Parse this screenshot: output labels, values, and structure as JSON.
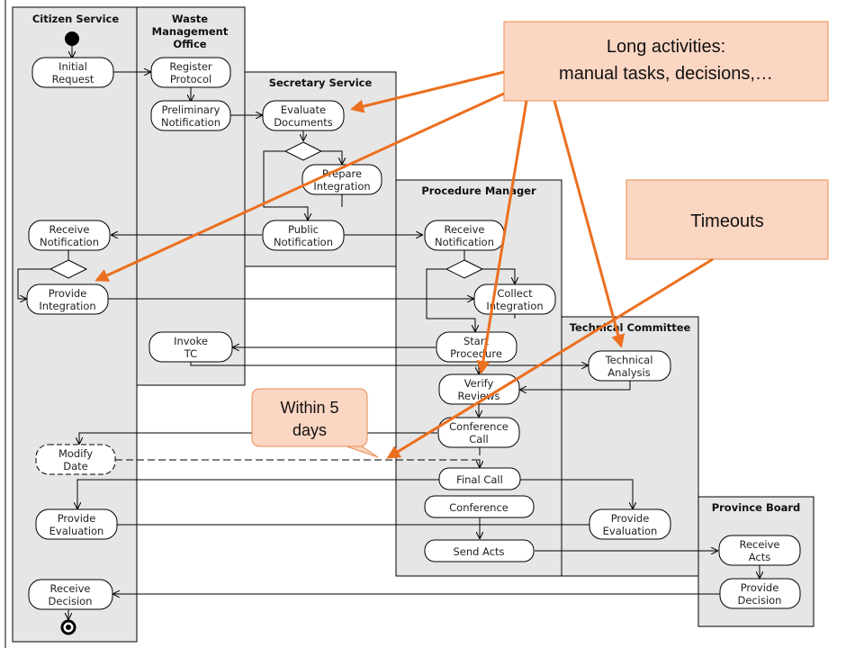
{
  "lanes": {
    "citizen": "Citizen Service",
    "waste": [
      "Waste",
      "Management",
      "Office"
    ],
    "secretary": "Secretary Service",
    "procedure": "Procedure Manager",
    "technical": "Technical Committee",
    "province": "Province Board"
  },
  "nodes": {
    "initial_request": [
      "Initial",
      "Request"
    ],
    "register_protocol": [
      "Register",
      "Protocol"
    ],
    "preliminary_notification": [
      "Preliminary",
      "Notification"
    ],
    "evaluate_documents": [
      "Evaluate",
      "Documents"
    ],
    "prepare_integration": [
      "Prepare",
      "Integration"
    ],
    "public_notification": [
      "Public",
      "Notification"
    ],
    "receive_notification_citizen": [
      "Receive",
      "Notification"
    ],
    "receive_notification_pm": [
      "Receive",
      "Notification"
    ],
    "provide_integration": [
      "Provide",
      "Integration"
    ],
    "collect_integration": [
      "Collect",
      "Integration"
    ],
    "invoke_tc": [
      "Invoke",
      "TC"
    ],
    "start_procedure": [
      "Start",
      "Procedure"
    ],
    "technical_analysis": [
      "Technical",
      "Analysis"
    ],
    "verify_reviews": [
      "Verify",
      "Reviews"
    ],
    "conference_call": [
      "Conference",
      "Call"
    ],
    "modify_date": [
      "Modify",
      "Date"
    ],
    "final_call": [
      "Final Call"
    ],
    "conference": [
      "Conference"
    ],
    "provide_evaluation_citizen": [
      "Provide",
      "Evaluation"
    ],
    "provide_evaluation_tc": [
      "Provide",
      "Evaluation"
    ],
    "send_acts": [
      "Send Acts"
    ],
    "receive_acts": [
      "Receive",
      "Acts"
    ],
    "provide_decision": [
      "Provide",
      "Decision"
    ],
    "receive_decision": [
      "Receive",
      "Decision"
    ]
  },
  "callouts": {
    "long_activities": [
      "Long activities:",
      "manual tasks, decisions,…"
    ],
    "timeouts": [
      "Timeouts"
    ],
    "within_days": [
      "Within 5",
      "days"
    ]
  },
  "colors": {
    "lane_fill": "#e6e6e6",
    "callout_fill": "#fbd6c2",
    "callout_border": "#e98c52",
    "arrow": "#ec6f1f"
  }
}
